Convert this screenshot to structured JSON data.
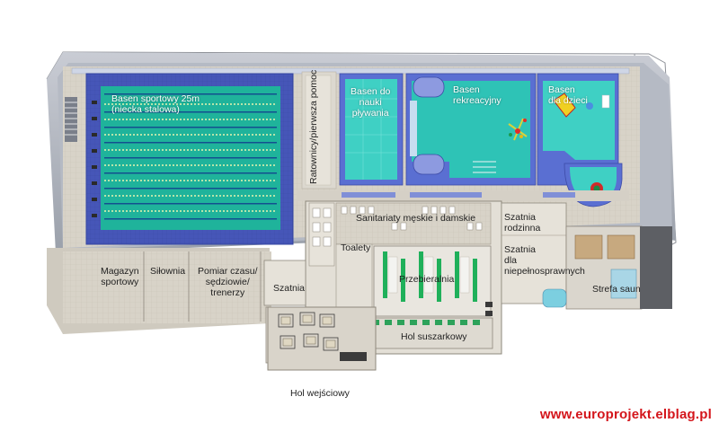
{
  "labels": {
    "sport_pool": [
      "Basen sportowy 25m",
      "(niecka stalowa)"
    ],
    "lifeguards": "Ratownicy/pierwsza pomoc",
    "learning_pool": [
      "Basen do",
      "nauki",
      "pływania"
    ],
    "recreation_pool": [
      "Basen",
      "rekreacyjny"
    ],
    "kids_pool": [
      "Basen",
      "dla dzieci"
    ],
    "sanitary": "Sanitariaty męskie i damskie",
    "family_locker": [
      "Szatnia",
      "rodzinna"
    ],
    "disabled_locker": [
      "Szatnia",
      "dla",
      "niepełnosprawnych"
    ],
    "toilets": "Toalety",
    "sports_storage": [
      "Magazyn",
      "sportowy"
    ],
    "gym": "Siłownia",
    "timing_room": [
      "Pomiar czasu/",
      "sędziowie/",
      "trenerzy"
    ],
    "locker": "Szatnia",
    "changing_room": "Przebieralnia",
    "sauna_zone": "Strefa saun",
    "dryer_hall": "Hol suszarkowy",
    "entrance_hall": "Hol wejściowy"
  },
  "credit": "www.europrojekt.elblag.pl",
  "colors": {
    "pool_water": "#1fb39b",
    "pool_frame": "#5c6fd0",
    "light_pool": "#3fd0c4",
    "floor": "#d9d4ca",
    "credit_red": "#d4151b"
  }
}
